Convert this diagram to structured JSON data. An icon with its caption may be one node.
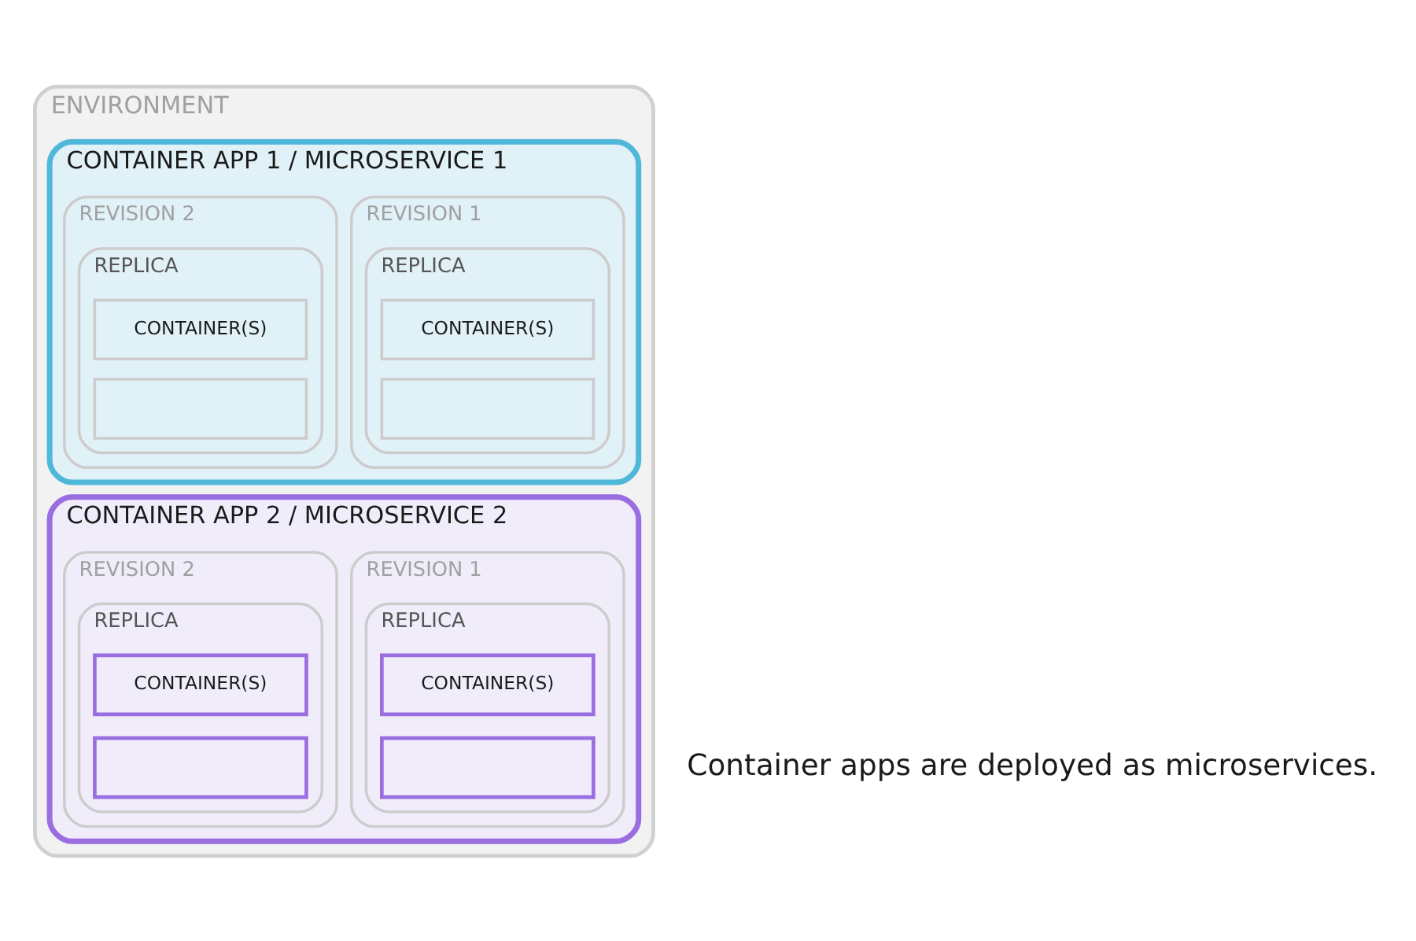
{
  "diagram": {
    "nodes": [
      {
        "text": [
          "ENVIRONMENT"
        ]
      },
      {
        "text": [
          "CONTAINER APP 1 / MICROSERVICE 1"
        ],
        "in": 0
      },
      {
        "text": [
          "REVISION 1"
        ],
        "in": 1
      },
      {
        "text": [
          "REPLICA"
        ],
        "in": 2
      },
      {
        "text": [
          "CONTAINER(S)"
        ],
        "in": 3
      },
      {
        "text": [],
        "shape": "box",
        "in": 3
      },
      {
        "text": [
          "REVISION 2"
        ],
        "in": 1
      },
      {
        "text": [
          "REPLICA"
        ],
        "in": 6
      },
      {
        "text": [
          "CONTAINER(S)"
        ],
        "in": 7
      },
      {
        "text": [],
        "shape": "box",
        "in": 7
      },
      {
        "text": [
          "CONTAINER APP 2 / MICROSERVICE 2"
        ],
        "in": 0
      },
      {
        "text": [
          "REVISION 1"
        ],
        "in": 10
      },
      {
        "text": [
          "REPLICA"
        ],
        "in": 11
      },
      {
        "text": [
          "CONTAINER(S)"
        ],
        "in": 12
      },
      {
        "text": [],
        "shape": "box",
        "in": 12
      },
      {
        "text": [
          "REVISION 2"
        ],
        "in": 10
      },
      {
        "text": [
          "REPLICA"
        ],
        "in": 15
      },
      {
        "text": [
          "CONTAINER(S)"
        ],
        "in": 16
      },
      {
        "text": [],
        "shape": "box",
        "in": 16
      }
    ],
    "edges": [],
    "labels": [
      "Container apps are deployed as microservices."
    ]
  }
}
